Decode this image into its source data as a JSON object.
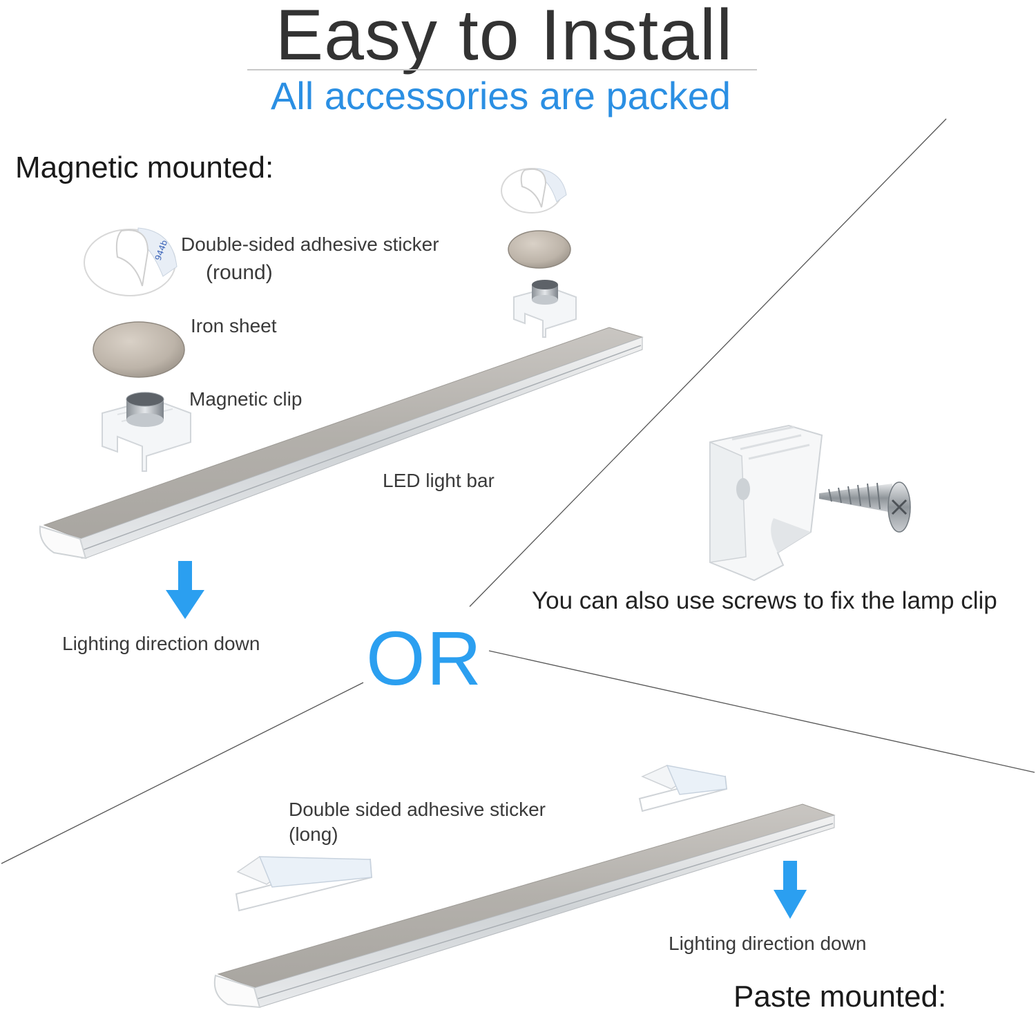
{
  "title": "Easy to Install",
  "subtitle": "All accessories are packed",
  "magnetic": {
    "heading": "Magnetic mounted:",
    "sticker_label": "Double-sided adhesive sticker",
    "sticker_shape": "(round)",
    "iron_label": "Iron sheet",
    "clip_label": "Magnetic clip",
    "bar_label": "LED light bar",
    "direction_label": "Lighting direction down"
  },
  "divider_text": "OR",
  "screw": {
    "caption": "You can also use screws to fix the lamp clip"
  },
  "paste": {
    "heading": "Paste mounted:",
    "sticker_label": "Double sided adhesive sticker",
    "sticker_shape": "(long)",
    "direction_label": "Lighting direction down"
  },
  "colors": {
    "accent_blue": "#2b9ff0",
    "subtitle_blue": "#2b8fe3",
    "text_dark": "#333333",
    "bar_silver": "#b9b6b2"
  },
  "icons": [
    "round-sticker-icon",
    "iron-sheet-icon",
    "magnetic-clip-icon",
    "led-bar-icon",
    "arrow-down-icon",
    "plastic-clip-icon",
    "screw-icon",
    "long-sticker-icon"
  ]
}
